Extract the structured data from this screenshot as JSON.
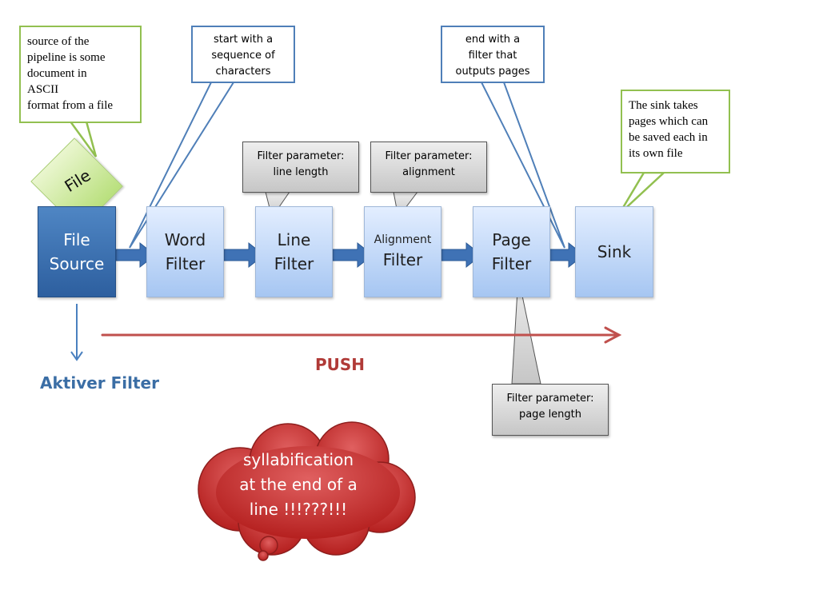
{
  "nodes": {
    "file_source": [
      "File",
      "Source"
    ],
    "word_filter": [
      "Word",
      "Filter"
    ],
    "line_filter": [
      "Line",
      "Filter"
    ],
    "alignment_filter": {
      "small": "Alignment",
      "main": "Filter"
    },
    "page_filter": [
      "Page",
      "Filter"
    ],
    "sink": "Sink"
  },
  "file_tag": "File",
  "callouts": {
    "source": [
      "source of the",
      "pipeline is some",
      "document in",
      "ASCII",
      "format from a file"
    ],
    "start": [
      "start with a",
      "sequence of",
      "characters"
    ],
    "end": [
      "end with a",
      "filter that",
      "outputs pages"
    ],
    "sink": [
      "The sink takes",
      "pages which can",
      "be saved each in",
      "its own file"
    ],
    "line_param": [
      "Filter parameter:",
      "line length"
    ],
    "alignment_param": [
      "Filter parameter:",
      "alignment"
    ],
    "page_param": [
      "Filter parameter:",
      "page length"
    ]
  },
  "labels": {
    "active_filter": "Aktiver Filter",
    "push": "PUSH"
  },
  "thought_bubble": [
    "syllabification",
    "at the end of a",
    "line !!!???!!!"
  ],
  "colors": {
    "source_box": "#3a6fb0",
    "filter_box": "#b9d3f6",
    "arrow": "#3f72b5",
    "push_arrow": "#c0504d",
    "active_label": "#3b6ea5",
    "callout_green": "#92c050",
    "callout_blue": "#4f7fb8",
    "bubble": "#c0292a"
  }
}
